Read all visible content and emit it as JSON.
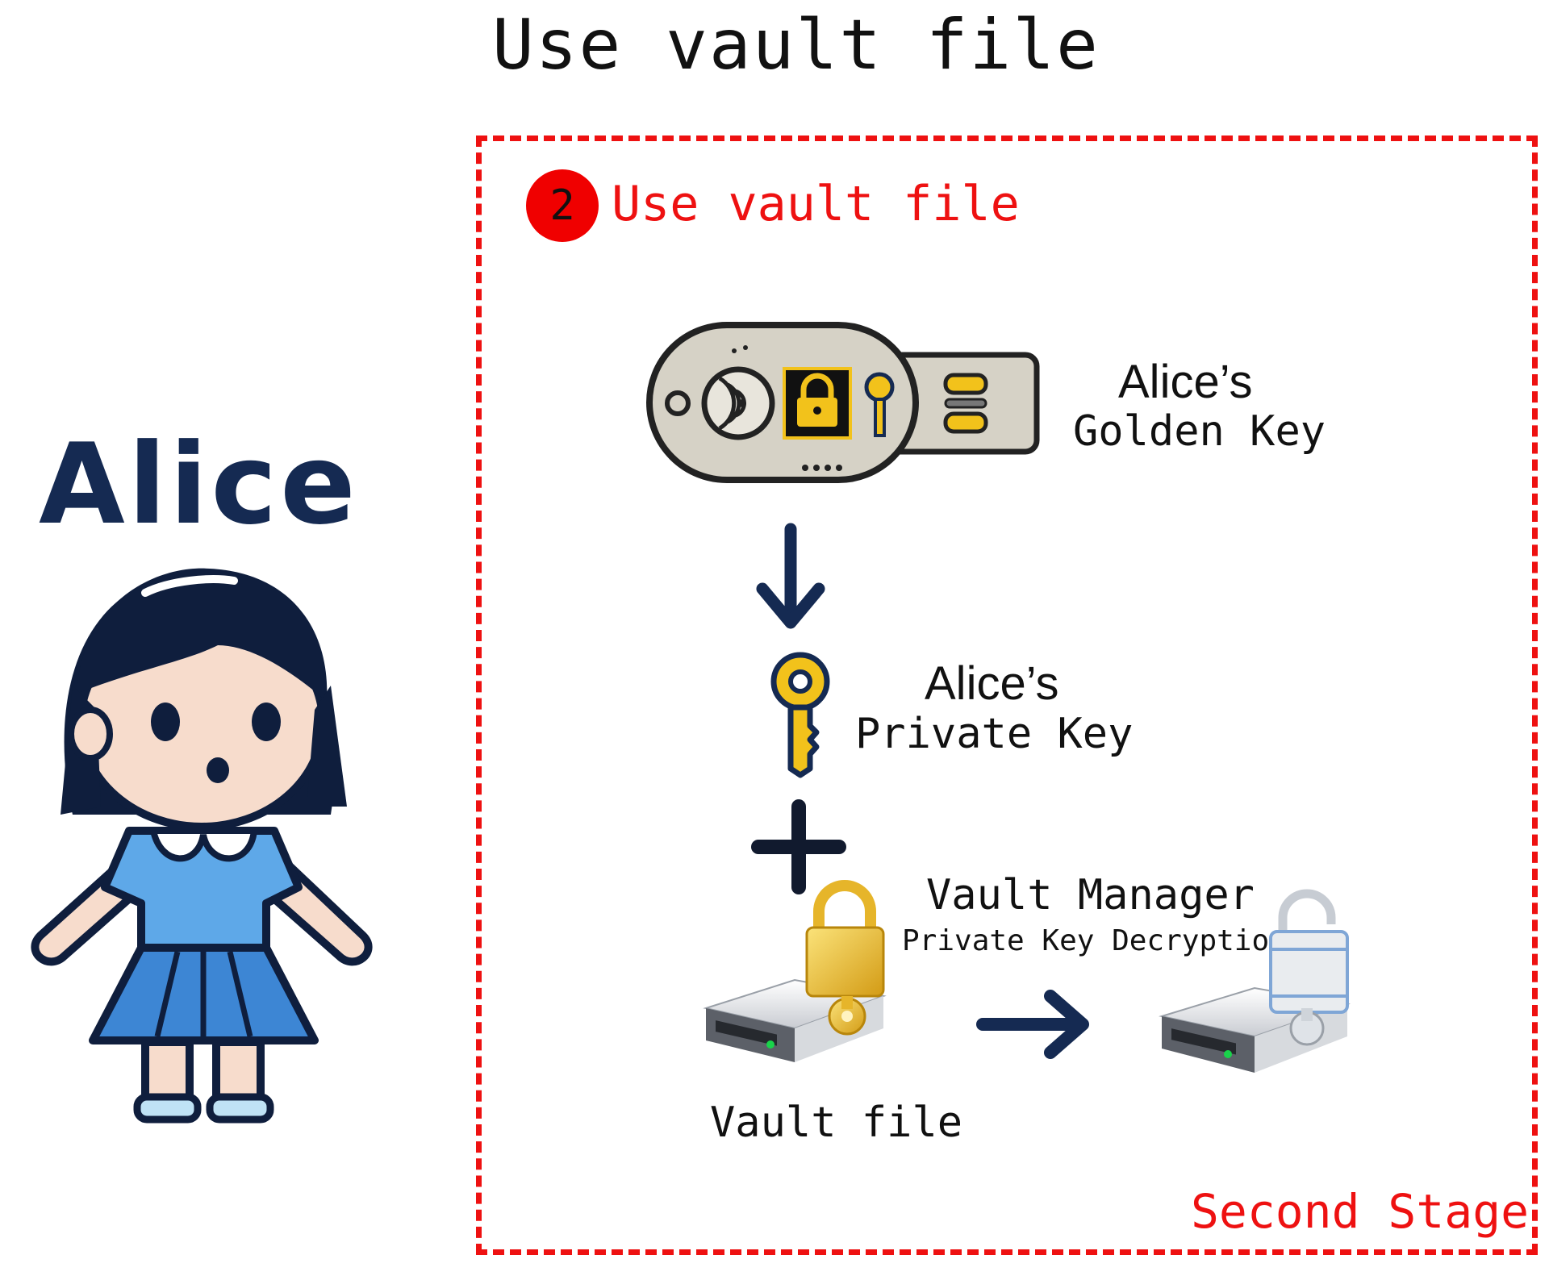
{
  "title": "Use vault file",
  "person": {
    "name": "Alice"
  },
  "stage": {
    "step_number": "2",
    "step_label": "Use vault file",
    "stage_name": "Second Stage"
  },
  "golden_key": {
    "owner": "Alice’s",
    "label": "Golden Key"
  },
  "private_key": {
    "owner": "Alice’s",
    "label": "Private Key"
  },
  "manager": {
    "label": "Vault Manager",
    "action": "Private Key Decryption"
  },
  "vault": {
    "label": "Vault file"
  },
  "colors": {
    "stage_border": "#ee1111",
    "step_badge": "#f00000",
    "arrow": "#152a52",
    "key_gold": "#f2c21b",
    "alice_dress": "#5ea8e8",
    "alice_hair": "#0f1e3d"
  }
}
